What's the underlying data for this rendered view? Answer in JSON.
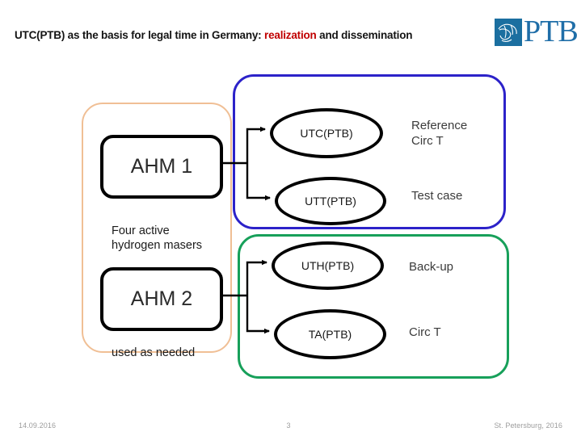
{
  "slide": {
    "title_prefix": "UTC(PTB) as the basis for legal time in Germany: ",
    "title_accent": "realization",
    "title_suffix": " and dissemination",
    "accent_color": "#c00000"
  },
  "logo": {
    "name": "PTB",
    "text": "PTB",
    "mark_color": "#1b6fa0",
    "text_color": "#1f6ea8"
  },
  "diagram": {
    "groups": [
      {
        "id": "masers",
        "border_color": "#f0bf95"
      },
      {
        "id": "reference",
        "border_color": "#2c22c9"
      },
      {
        "id": "backup",
        "border_color": "#17a05a"
      }
    ],
    "sources": [
      {
        "id": "ahm1",
        "label": "AHM 1"
      },
      {
        "id": "ahm2",
        "label": "AHM 2"
      }
    ],
    "timescales": [
      {
        "id": "utc",
        "label": "UTC(PTB)",
        "role": "Reference\nCirc T"
      },
      {
        "id": "utt",
        "label": "UTT(PTB)",
        "role": "Test case"
      },
      {
        "id": "uth",
        "label": "UTH(PTB)",
        "role": "Back-up"
      },
      {
        "id": "ta",
        "label": "TA(PTB)",
        "role": "Circ T"
      }
    ],
    "captions": {
      "masers": "Four active\nhydrogen masers",
      "needed": "used as needed"
    }
  },
  "footer": {
    "date": "14.09.2016",
    "page": "3",
    "place": "St. Petersburg, 2016"
  }
}
